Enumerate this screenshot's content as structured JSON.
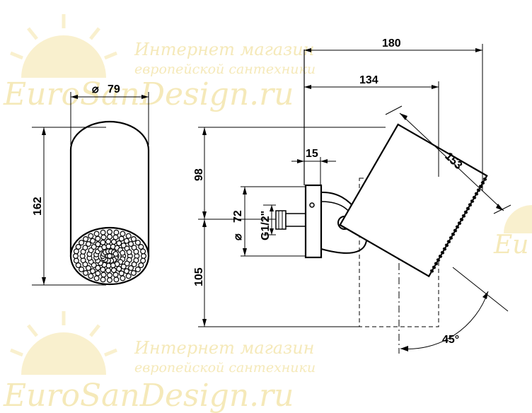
{
  "watermark": {
    "line1": "Интернет магазин",
    "line2": "европейской сантехники",
    "line3": "EuroSanDesign.ru",
    "color": "#f4e7b2"
  },
  "dimensions": {
    "diameter_front": "79",
    "height_front": "162",
    "width_total": "180",
    "width_mid": "134",
    "width_flange": "15",
    "length_body": "153",
    "height_top": "98",
    "diameter_flange": "72",
    "thread": "G1/2\"",
    "height_bottom": "105",
    "angle": "45°"
  },
  "symbols": {
    "diameter": "⌀"
  }
}
